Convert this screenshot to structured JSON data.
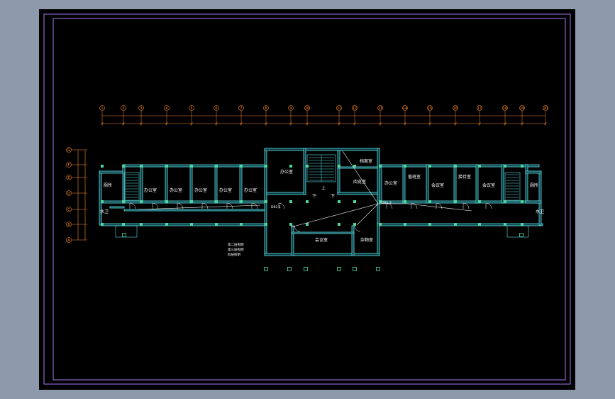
{
  "drawing": {
    "colors": {
      "wall": "#5fe0e6",
      "wall_fill": "#0b3e44",
      "door": "#ffffff",
      "dimension": "#ff8c2a",
      "frame": "#a777ee",
      "column": "#4fd69a"
    },
    "top_axes": [
      "1",
      "2",
      "3",
      "4",
      "5",
      "6",
      "7",
      "8",
      "9",
      "10",
      "11",
      "12",
      "13",
      "14",
      "15",
      "16",
      "17",
      "18",
      "19",
      "20"
    ],
    "left_axes": [
      "G",
      "F",
      "E",
      "D",
      "C",
      "B",
      "A"
    ],
    "rooms": {
      "bathroom_west": "厕所",
      "water_room_west": "水卫",
      "office_w1": "办公室",
      "office_w2": "办公室",
      "office_w3": "办公室",
      "office_w4": "办公室",
      "office_w5": "办公室",
      "office_center": "办公室",
      "archive_room": "档案室",
      "reading_room": "阅览室",
      "office_e1": "办公室",
      "duty_room": "值班室",
      "meeting_e": "会议室",
      "reception": "接待室",
      "meeting_e2": "会议室",
      "bathroom_east": "厕所",
      "water_room_east": "水卫",
      "conference_hall": "会议室",
      "utility_room": "杂物室",
      "stair_down_1": "下",
      "stair_up": "上",
      "stair_down_2": "下"
    },
    "tags": {
      "tag_1": "DB1-1",
      "tag_2": "DB1-2"
    },
    "notes": [
      "第二层照明",
      "第三层照明",
      "四层照明"
    ]
  }
}
